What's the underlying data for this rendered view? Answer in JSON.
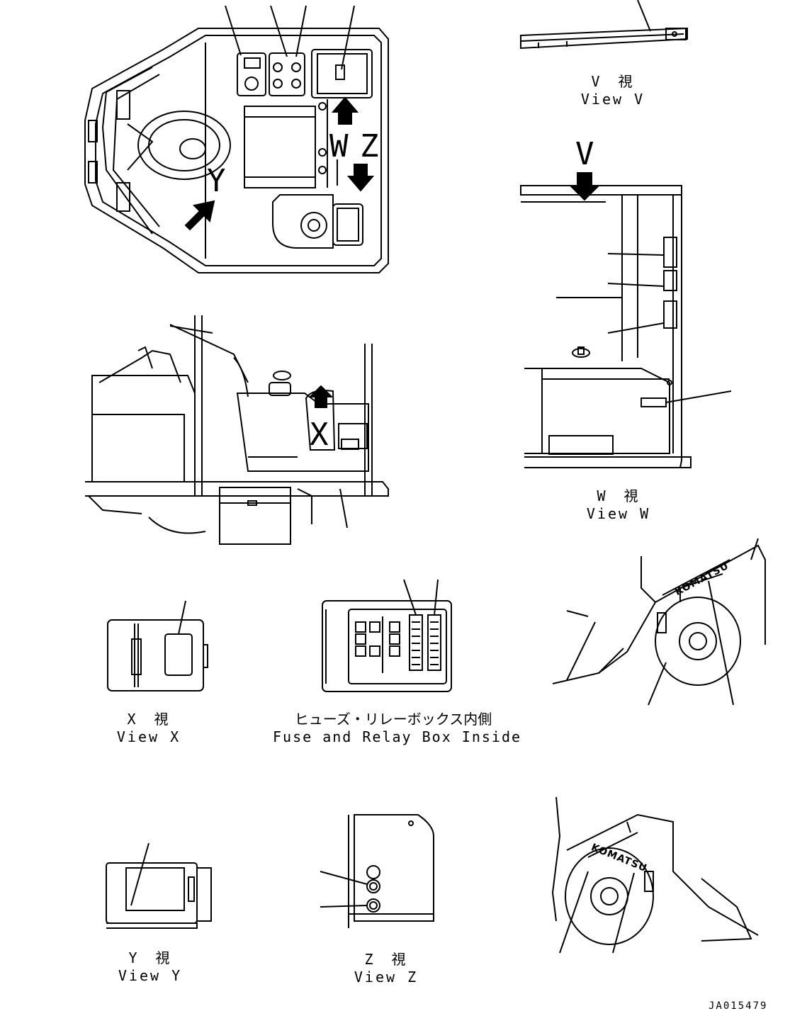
{
  "views": {
    "v": {
      "jp": "V　視",
      "en": "View V"
    },
    "w": {
      "jp": "W　視",
      "en": "View W"
    },
    "x": {
      "jp": "X　視",
      "en": "View X"
    },
    "fuse": {
      "jp": "ヒューズ・リレーボックス内側",
      "en": "Fuse and Relay Box Inside"
    },
    "y": {
      "jp": "Y　視",
      "en": "View Y"
    },
    "z": {
      "jp": "Z　視",
      "en": "View Z"
    }
  },
  "arrow_letters": {
    "w": "W",
    "z": "Z",
    "y": "Y",
    "v": "V",
    "x": "X"
  },
  "brand": "KOMATSU",
  "drawing_code": "JA015479"
}
